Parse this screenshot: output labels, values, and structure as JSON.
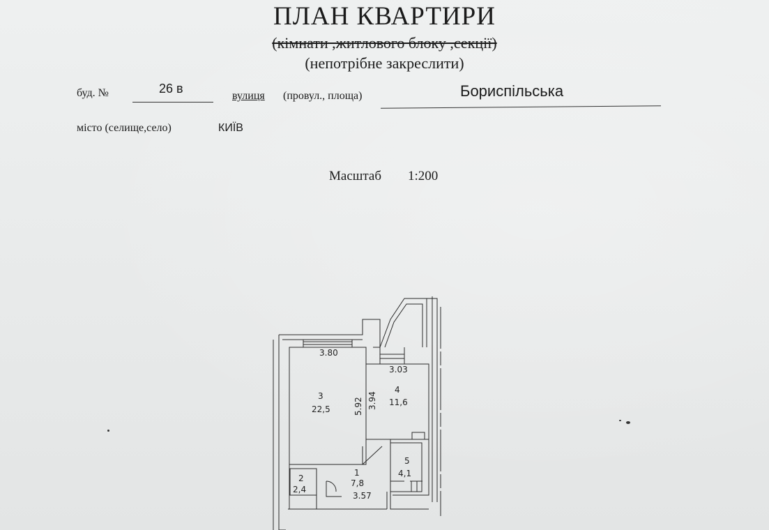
{
  "header": {
    "title": "ПЛАН  КВАРТИРИ",
    "struck_subtitle": "(кімнати ,житлового блоку ,секції)",
    "note": "(непотрібне закреслити)"
  },
  "address": {
    "building_label": "буд. №",
    "building_value": "26 в",
    "street_label": "вулиця",
    "street_sub_label": "(провул., площа)",
    "street_value": "Бориспільська",
    "city_label": "місто (селище,село)",
    "city_value": "КИЇВ"
  },
  "scale": {
    "label": "Масштаб",
    "value": "1:200"
  },
  "plan": {
    "dims": {
      "room3_width": "3.80",
      "room3_depth": "5.92",
      "room4_width": "3.03",
      "room4_depth": "3.94",
      "hall_width": "3.57"
    },
    "rooms": [
      {
        "number": "3",
        "area": "22,5"
      },
      {
        "number": "4",
        "area": "11,6"
      },
      {
        "number": "5",
        "area": "4,1"
      },
      {
        "number": "1",
        "area": "7,8"
      },
      {
        "number": "2",
        "area": "2,4"
      }
    ]
  }
}
